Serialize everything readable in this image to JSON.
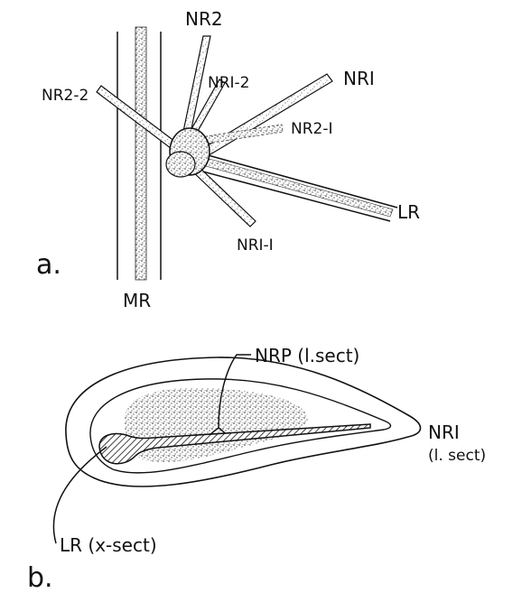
{
  "panel_a": {
    "letter": "a.",
    "labels": {
      "nr2": "NR2",
      "nr1_2": "NRI-2",
      "nr1": "NRI",
      "nr2_2": "NR2-2",
      "nr2_1": "NR2-I",
      "lr": "LR",
      "nr1_1": "NRI-I",
      "mr": "MR"
    }
  },
  "panel_b": {
    "letter": "b.",
    "labels": {
      "nrp": "NRP (l.sect)",
      "nr1_line1": "NRI",
      "nr1_line2": "(l. sect)",
      "lr": "LR (x-sect)"
    }
  }
}
